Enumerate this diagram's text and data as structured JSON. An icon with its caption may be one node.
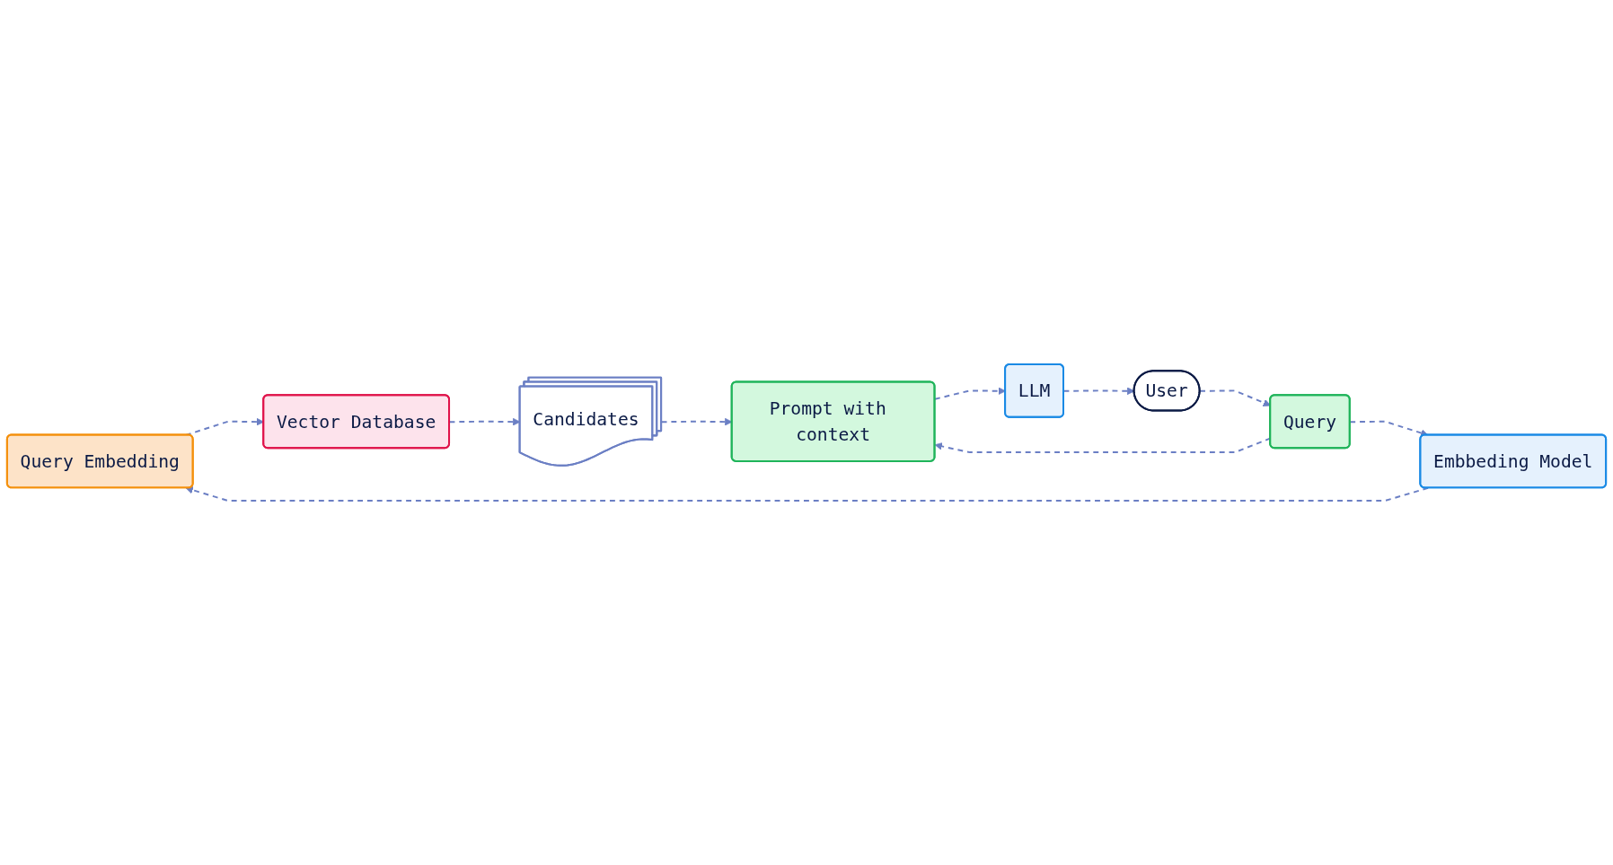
{
  "diagram": {
    "nodes": [
      {
        "text": [
          "Query Embedding"
        ]
      },
      {
        "text": [
          "Embbeding Model"
        ]
      },
      {
        "text": [
          "Vector Database"
        ]
      },
      {
        "text": [
          "User"
        ]
      },
      {
        "text": [
          "Query"
        ]
      },
      {
        "text": [
          "Candidates"
        ]
      },
      {
        "text": [
          "Prompt with context"
        ]
      },
      {
        "text": [
          "LLM"
        ]
      }
    ],
    "edges": [
      {
        "from": 3,
        "to": 4,
        "arrow": "to",
        "style": "dashed"
      },
      {
        "from": 4,
        "to": 1,
        "arrow": "to",
        "style": "dashed"
      },
      {
        "from": 1,
        "to": 0,
        "arrow": "to",
        "style": "dashed"
      },
      {
        "from": 0,
        "to": 2,
        "arrow": "to",
        "style": "dashed"
      },
      {
        "from": 2,
        "to": 5,
        "arrow": "to",
        "style": "dashed"
      },
      {
        "from": 5,
        "to": 6,
        "arrow": "to",
        "style": "dashed"
      },
      {
        "from": 4,
        "to": 6,
        "arrow": "to",
        "style": "dashed"
      },
      {
        "from": 6,
        "to": 7,
        "arrow": "to",
        "style": "dashed"
      },
      {
        "from": 7,
        "to": 3,
        "arrow": "to",
        "style": "dashed"
      }
    ]
  }
}
